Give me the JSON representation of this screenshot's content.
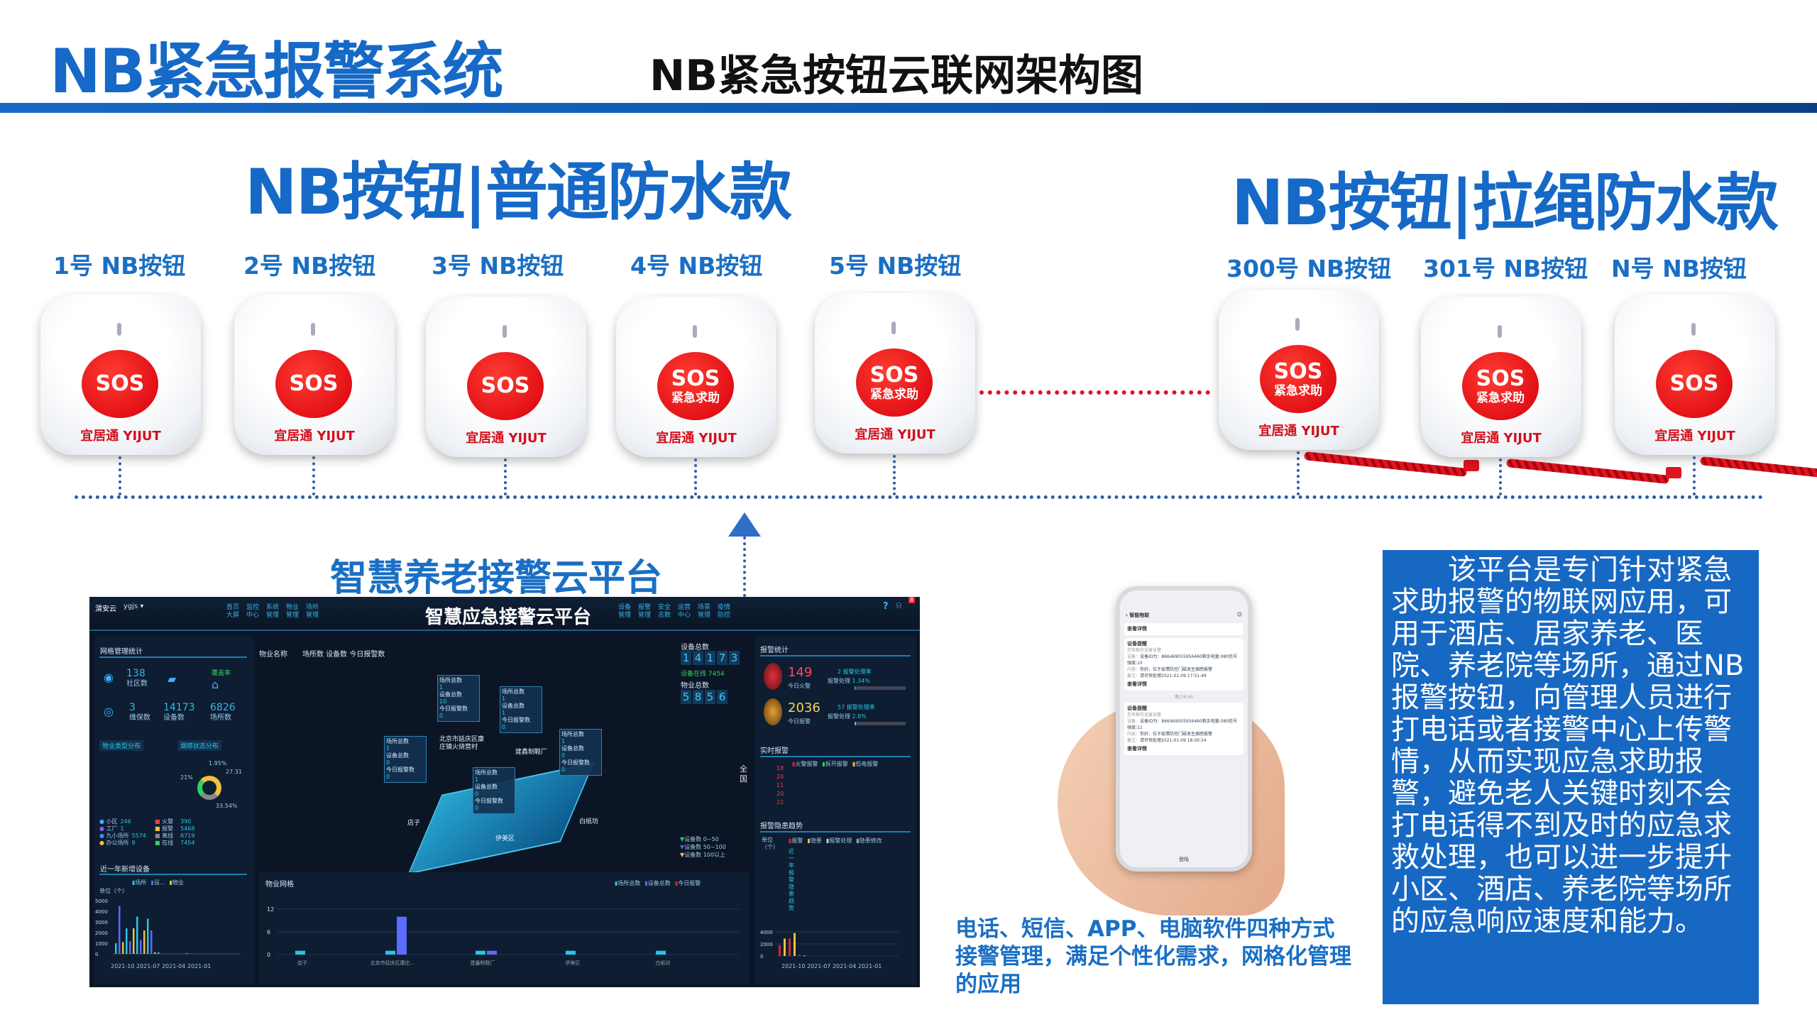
{
  "header": {
    "title": "NB紧急报警系统",
    "subtitle": "NB紧急按钮云联网架构图"
  },
  "series": [
    {
      "title": "NB按钮|普通防水款",
      "buttons": [
        {
          "label": "1号  NB按钮",
          "sos": "SOS",
          "sub": ""
        },
        {
          "label": "2号  NB按钮",
          "sos": "SOS",
          "sub": ""
        },
        {
          "label": "3号  NB按钮",
          "sos": "SOS",
          "sub": ""
        },
        {
          "label": "4号  NB按钮",
          "sos": "SOS",
          "sub": "紧急求助"
        },
        {
          "label": "5号  NB按钮",
          "sos": "SOS",
          "sub": "紧急求助"
        }
      ]
    },
    {
      "title": "NB按钮|拉绳防水款",
      "buttons": [
        {
          "label": "300号  NB按钮",
          "sos": "SOS",
          "sub": "紧急求助"
        },
        {
          "label": "301号  NB按钮",
          "sos": "SOS",
          "sub": "紧急求助"
        },
        {
          "label": "N号  NB按钮",
          "sos": "SOS",
          "sub": ""
        }
      ]
    }
  ],
  "brand": "宜居通 YIJUT",
  "platform_title": "智慧养老接警云平台",
  "dashboard": {
    "logo": "渭安云",
    "user": "ygjs ▾",
    "title": "智慧应急接警云平台",
    "badge": "8",
    "nav_left": [
      "首页大屏",
      "监控中心",
      "系统管理",
      "物业管理",
      "场所管理"
    ],
    "nav_right": [
      "设备管理",
      "报警管理",
      "安全志数",
      "运营中心",
      "场景管理",
      "疫情防控"
    ],
    "grid_title": "网格管理统计",
    "grid_stats": [
      {
        "v": "138",
        "l": "社区数"
      },
      {
        "v": "3",
        "l": "维保数"
      },
      {
        "v": "14173",
        "l": "设备数"
      },
      {
        "v": "6826",
        "l": "场所数"
      },
      {
        "v": "覆盖率",
        "l": ""
      }
    ],
    "tabs": [
      "物业类型分布",
      "烟感状态分布"
    ],
    "donut": [
      "1.95%",
      "27.31",
      "21%",
      "33.54%"
    ],
    "types": [
      {
        "n": "小区",
        "v": "246"
      },
      {
        "n": "工厂",
        "v": "1"
      },
      {
        "n": "九小场所",
        "v": "5574"
      },
      {
        "n": "办公场所",
        "v": "9"
      }
    ],
    "states": [
      {
        "n": "火警",
        "v": "390"
      },
      {
        "n": "报警",
        "v": "5468"
      },
      {
        "n": "离线",
        "v": "6719"
      },
      {
        "n": "在线",
        "v": "7454"
      }
    ],
    "newdev_title": "近一年新增设备",
    "newdev_legend": [
      "场所",
      "设...",
      "物业"
    ],
    "newdev_unit": "单位（个）",
    "newdev_y": [
      "5000",
      "4000",
      "3000",
      "2000",
      "1000",
      "0"
    ],
    "newdev_x": "2021-10 2021-07 2021-04 2021-01",
    "newdev_values": [
      1000,
      4500,
      1100,
      2400,
      1200,
      2400,
      3500,
      1300,
      2200,
      3300,
      2200,
      150,
      150,
      0,
      0,
      0,
      0,
      0,
      0,
      0,
      60
    ],
    "map_header": [
      "物业名称",
      "场所数 设备数 今日报警数"
    ],
    "device_total_label": "设备总数",
    "device_total": [
      "1",
      "4",
      "1",
      "7",
      "3"
    ],
    "device_online": "设备在线 7454",
    "property_total_label": "物业总数",
    "property_total": [
      "5",
      "8",
      "5",
      "6"
    ],
    "map_tags": [
      {
        "a": "场所总数",
        "av": "1",
        "b": "设备总数",
        "bv": "10",
        "c": "今日报警数",
        "cv": "0"
      },
      {
        "a": "场所总数",
        "av": "1",
        "b": "设备总数",
        "bv": "1",
        "c": "今日报警数",
        "cv": "0"
      },
      {
        "a": "场所总数",
        "av": "1",
        "b": "设备总数",
        "bv": "0",
        "c": "今日报警数",
        "cv": "0"
      },
      {
        "a": "场所总数",
        "av": "1",
        "b": "设备总数",
        "bv": "0",
        "c": "今日报警数",
        "cv": "0"
      },
      {
        "a": "场所总数",
        "av": "1",
        "b": "设备总数",
        "bv": "0",
        "c": "今日报警数",
        "cv": "0"
      }
    ],
    "map_places": [
      "北京市延庆区康庄镇火烧营村",
      "建鑫制鞋厂",
      "店子",
      "白纸坊",
      "伊美区"
    ],
    "nationwide": "全国",
    "map_legend": [
      "设备数 0~50",
      "设备数 50~100",
      "设备数 100以上"
    ],
    "grid_chart_title": "物业网格",
    "grid_chart_legend": [
      "场所总数",
      "设备总数",
      "今日报警"
    ],
    "grid_chart_y": [
      "12",
      "6",
      "0"
    ],
    "grid_chart_x": [
      "店子",
      "北京市延庆区康庄...",
      "建鑫制鞋厂",
      "伊美区",
      "白纸坊"
    ],
    "grid_chart_values": [
      [
        1,
        0,
        0
      ],
      [
        1,
        10,
        0
      ],
      [
        1,
        1,
        0
      ],
      [
        1,
        0,
        0
      ],
      [
        1,
        0,
        0
      ]
    ],
    "alarm_title": "报警统计",
    "fire": {
      "v": "149",
      "l": "今日火警",
      "n": "2",
      "rate_l": "报警处理率",
      "proc": "报警处理",
      "pct": "1.34%"
    },
    "alarm": {
      "v": "2036",
      "l": "今日报警",
      "n": "57",
      "rate_l": "报警处理率",
      "proc": "报警处理",
      "pct": "2.8%"
    },
    "realtime_title": "实时报警",
    "realtime_legend": [
      "火警报警",
      "拆开报警",
      "低电报警"
    ],
    "realtime_vals": [
      "18",
      "20",
      "11",
      "20",
      "22"
    ],
    "trend_title": "报警隐患趋势",
    "trend_legend": [
      "报警",
      "隐患",
      "报警处理",
      "隐患修改"
    ],
    "trend_unit": "单位（个）",
    "trend_vertical": "近一年报警隐患趋势",
    "trend_y": [
      "4000",
      "2000",
      "0"
    ],
    "trend_x": "2021-10 2021-07 2021-04 2021-01",
    "trend_values": [
      1800,
      2900,
      2900,
      3800,
      200,
      100
    ]
  },
  "phone": {
    "header": "智能物联",
    "top_link": "查看详情",
    "time_sep": "晚上6:00",
    "footer": "登陆",
    "labels": {
      "device": "设备：",
      "content": "内容：",
      "note": "备注："
    },
    "cards": [
      {
        "title": "设备提醒",
        "sub": "您有新的设备告警",
        "device": "设备ID为：866469055956460剩余电量:080信号强度:10",
        "content": "你好，位于疫情防控门磁发生烟感报警",
        "note": "请尽快处理2021-01-09 17:51:49",
        "link": "查看详情"
      },
      {
        "title": "设备提醒",
        "sub": "您有新的设备告警",
        "device": "设备ID为：866469055956460剩余电量:080信号强度:11",
        "content": "你好，位于疫情防控门磁发生烟感报警",
        "note": "请尽快处理2021-01-09 18:00:54",
        "link": "查看详情"
      }
    ]
  },
  "caption": "电话、短信、APP、电脑软件四种方式接警管理，满足个性化需求，网格化管理的应用",
  "info": "该平台是专门针对紧急求助报警的物联网应用，可用于酒店、居家养老、医院、养老院等场所，通过NB报警按钮，向管理人员进行打电话或者接警中心上传警情，从而实现应急求助报警，避免老人关键时刻不会打电话得不到及时的应急求救处理，也可以进一步提升小区、酒店、养老院等场所的应急响应速度和能力。",
  "colors": {
    "brand_blue": "#1669c6",
    "info_bg": "#1768c2",
    "sos_red": "#d6000d",
    "dash_bg": "#0b1526"
  }
}
